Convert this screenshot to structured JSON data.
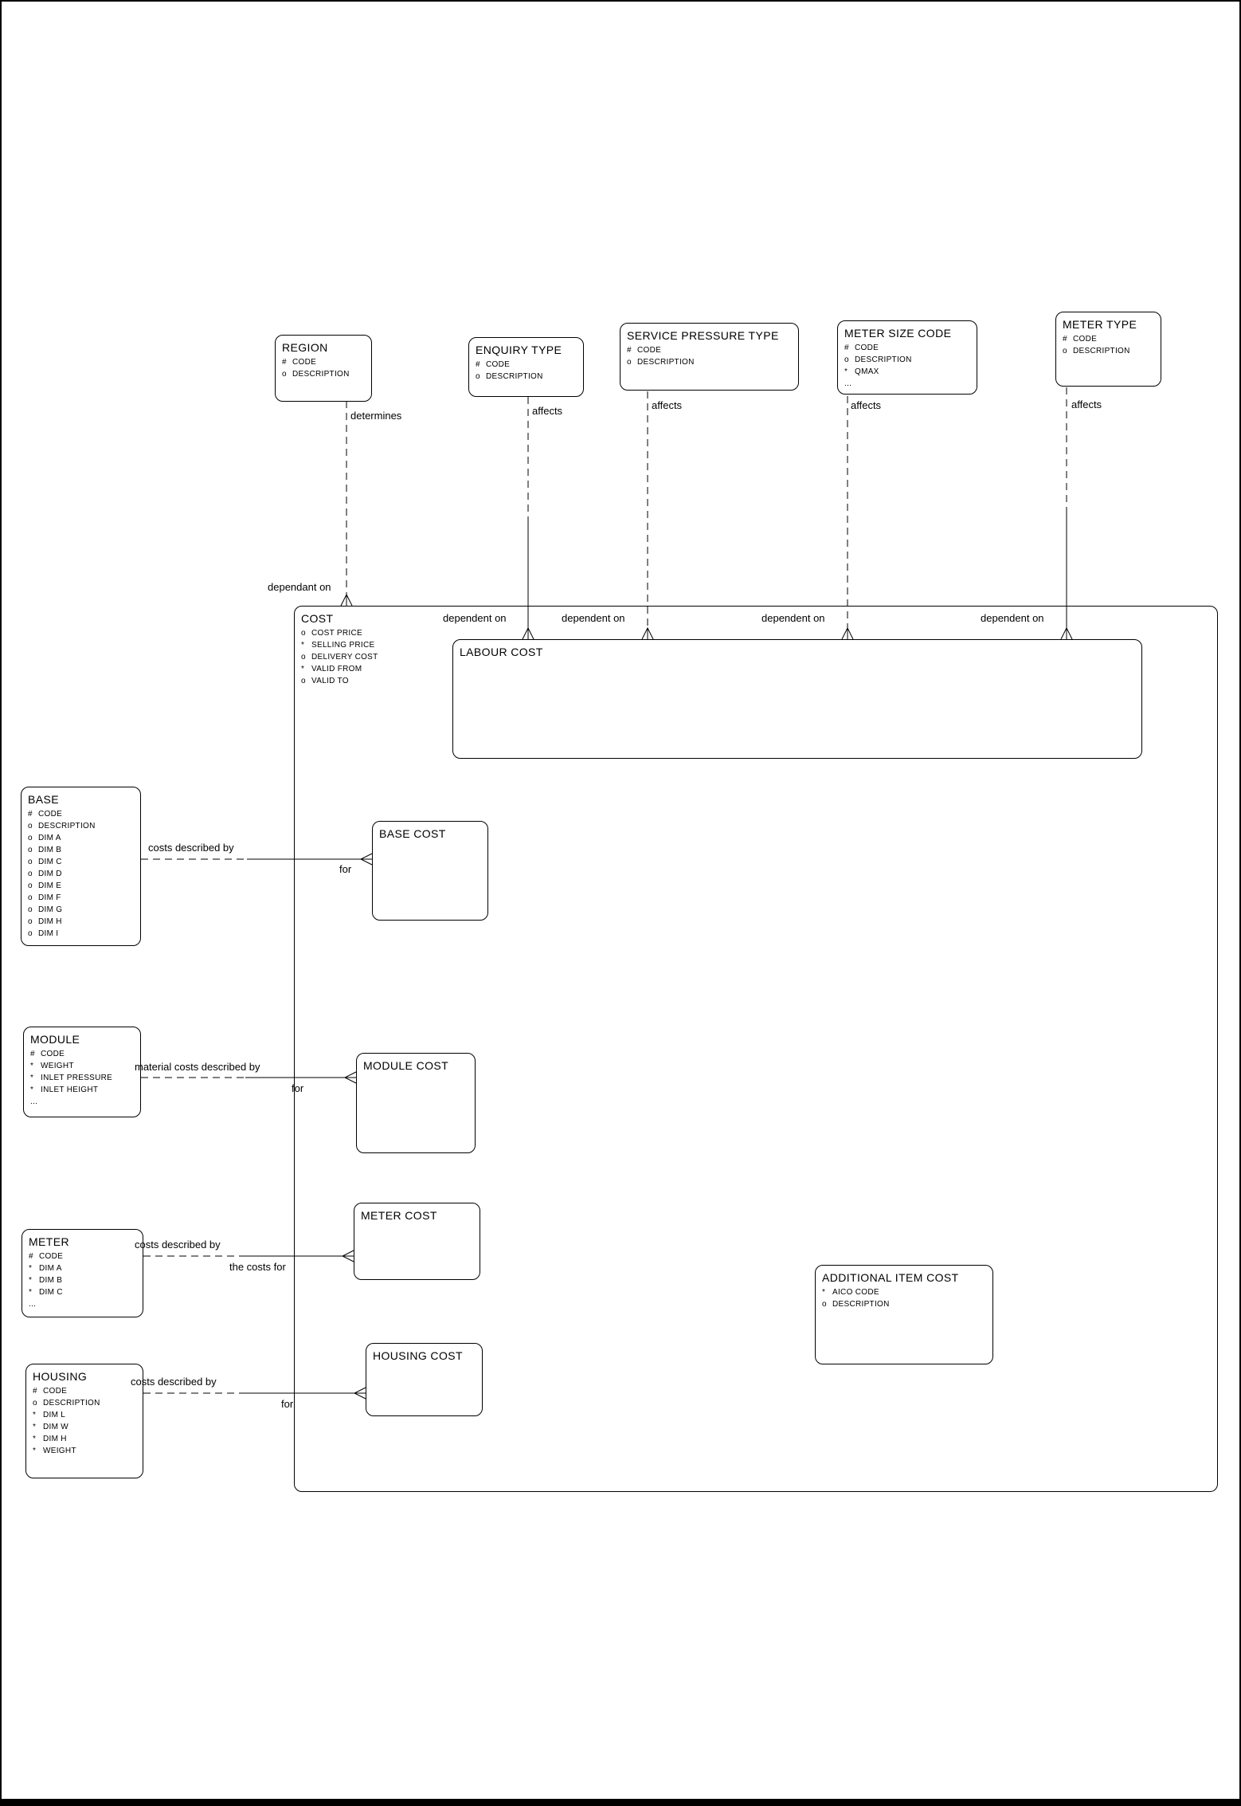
{
  "diagram": {
    "type": "entity-relationship-diagram",
    "notation": "barker-crows-foot"
  },
  "entities": {
    "region": {
      "title": "REGION",
      "attrs": [
        {
          "p": "#",
          "n": "CODE"
        },
        {
          "p": "o",
          "n": "DESCRIPTION"
        }
      ]
    },
    "enquiry_type": {
      "title": "ENQUIRY TYPE",
      "attrs": [
        {
          "p": "#",
          "n": "CODE"
        },
        {
          "p": "o",
          "n": "DESCRIPTION"
        }
      ]
    },
    "service_pressure_type": {
      "title": "SERVICE PRESSURE TYPE",
      "attrs": [
        {
          "p": "#",
          "n": "CODE"
        },
        {
          "p": "o",
          "n": "DESCRIPTION"
        }
      ]
    },
    "meter_size_code": {
      "title": "METER SIZE CODE",
      "attrs": [
        {
          "p": "#",
          "n": "CODE"
        },
        {
          "p": "o",
          "n": "DESCRIPTION"
        },
        {
          "p": "*",
          "n": "QMAX"
        },
        {
          "p": "...",
          "n": ""
        }
      ]
    },
    "meter_type": {
      "title": "METER TYPE",
      "attrs": [
        {
          "p": "#",
          "n": "CODE"
        },
        {
          "p": "o",
          "n": "DESCRIPTION"
        }
      ]
    },
    "cost": {
      "title": "COST",
      "attrs": [
        {
          "p": "o",
          "n": "COST PRICE"
        },
        {
          "p": "*",
          "n": "SELLING PRICE"
        },
        {
          "p": "o",
          "n": "DELIVERY COST"
        },
        {
          "p": "*",
          "n": "VALID FROM"
        },
        {
          "p": "o",
          "n": "VALID TO"
        }
      ]
    },
    "labour_cost": {
      "title": "LABOUR COST",
      "attrs": []
    },
    "base": {
      "title": "BASE",
      "attrs": [
        {
          "p": "#",
          "n": "CODE"
        },
        {
          "p": "o",
          "n": "DESCRIPTION"
        },
        {
          "p": "o",
          "n": "DIM A"
        },
        {
          "p": "o",
          "n": "DIM B"
        },
        {
          "p": "o",
          "n": "DIM C"
        },
        {
          "p": "o",
          "n": "DIM D"
        },
        {
          "p": "o",
          "n": "DIM E"
        },
        {
          "p": "o",
          "n": "DIM F"
        },
        {
          "p": "o",
          "n": "DIM G"
        },
        {
          "p": "o",
          "n": "DIM H"
        },
        {
          "p": "o",
          "n": "DIM I"
        }
      ]
    },
    "base_cost": {
      "title": "BASE COST",
      "attrs": []
    },
    "module": {
      "title": "MODULE",
      "attrs": [
        {
          "p": "#",
          "n": "CODE"
        },
        {
          "p": "*",
          "n": "WEIGHT"
        },
        {
          "p": "*",
          "n": "INLET PRESSURE"
        },
        {
          "p": "*",
          "n": "INLET HEIGHT"
        },
        {
          "p": "...",
          "n": ""
        }
      ]
    },
    "module_cost": {
      "title": "MODULE COST",
      "attrs": []
    },
    "meter": {
      "title": "METER",
      "attrs": [
        {
          "p": "#",
          "n": "CODE"
        },
        {
          "p": "*",
          "n": "DIM A"
        },
        {
          "p": "*",
          "n": "DIM B"
        },
        {
          "p": "*",
          "n": "DIM C"
        },
        {
          "p": "...",
          "n": ""
        }
      ]
    },
    "meter_cost": {
      "title": "METER COST",
      "attrs": []
    },
    "housing": {
      "title": "HOUSING",
      "attrs": [
        {
          "p": "#",
          "n": "CODE"
        },
        {
          "p": "o",
          "n": "DESCRIPTION"
        },
        {
          "p": "*",
          "n": "DIM L"
        },
        {
          "p": "*",
          "n": "DIM W"
        },
        {
          "p": "*",
          "n": "DIM H"
        },
        {
          "p": "*",
          "n": "WEIGHT"
        }
      ]
    },
    "housing_cost": {
      "title": "HOUSING COST",
      "attrs": []
    },
    "additional_item_cost": {
      "title": "ADDITIONAL ITEM COST",
      "attrs": [
        {
          "p": "*",
          "n": "AICO CODE"
        },
        {
          "p": "o",
          "n": "DESCRIPTION"
        }
      ]
    }
  },
  "labels": {
    "determines": "determines",
    "dependant_on": "dependant on",
    "affects": "affects",
    "dependent_on": "dependent on",
    "costs_described_by": "costs described by",
    "material_costs_described_by": "material costs described by",
    "for": "for",
    "the_costs_for": "the costs for"
  },
  "colors": {
    "line": "#000000",
    "background": "#ffffff"
  }
}
